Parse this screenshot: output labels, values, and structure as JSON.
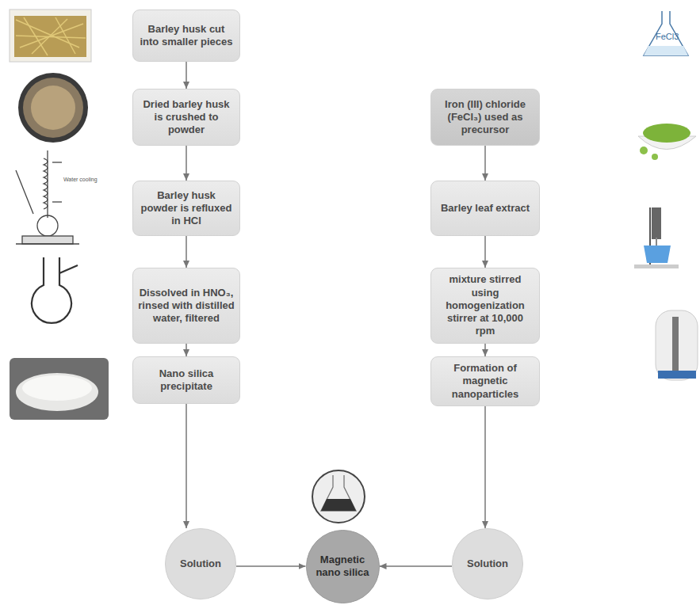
{
  "diagram": {
    "nodes": [
      {
        "text": [
          "Barley husk cut into smaller pieces"
        ]
      },
      {
        "text": [
          "Dried barley husk is crushed to powder"
        ]
      },
      {
        "text": [
          "Barley husk powder is refluxed in HCl"
        ]
      },
      {
        "text": [
          "Dissolved in HNO₃, rinsed with distilled water, filtered"
        ]
      },
      {
        "text": [
          "Nano silica precipitate"
        ]
      },
      {
        "text": [
          "Iron (III) chloride (FeCl₃) used as precursor"
        ]
      },
      {
        "text": [
          "Barley leaf extract"
        ]
      },
      {
        "text": [
          "mixture stirred using homogenization stirrer at 10,000 rpm"
        ]
      },
      {
        "text": [
          "Formation of magnetic nanoparticles"
        ]
      },
      {
        "text": [
          "Solution"
        ]
      },
      {
        "text": [
          "Magnetic nano silica"
        ]
      },
      {
        "text": [
          "Solution"
        ]
      }
    ],
    "edges": [
      {
        "from": 0,
        "to": 1,
        "arrow": "to"
      },
      {
        "from": 1,
        "to": 2,
        "arrow": "to"
      },
      {
        "from": 2,
        "to": 3,
        "arrow": "to"
      },
      {
        "from": 3,
        "to": 4,
        "arrow": "to"
      },
      {
        "from": 4,
        "to": 9,
        "arrow": "to"
      },
      {
        "from": 5,
        "to": 6,
        "arrow": "to"
      },
      {
        "from": 6,
        "to": 7,
        "arrow": "to"
      },
      {
        "from": 7,
        "to": 8,
        "arrow": "to"
      },
      {
        "from": 8,
        "to": 11,
        "arrow": "to"
      },
      {
        "from": 9,
        "to": 10,
        "arrow": "to"
      },
      {
        "from": 11,
        "to": 10,
        "arrow": "to"
      }
    ],
    "labels": [
      "FeCl3",
      "Water cooling"
    ]
  }
}
